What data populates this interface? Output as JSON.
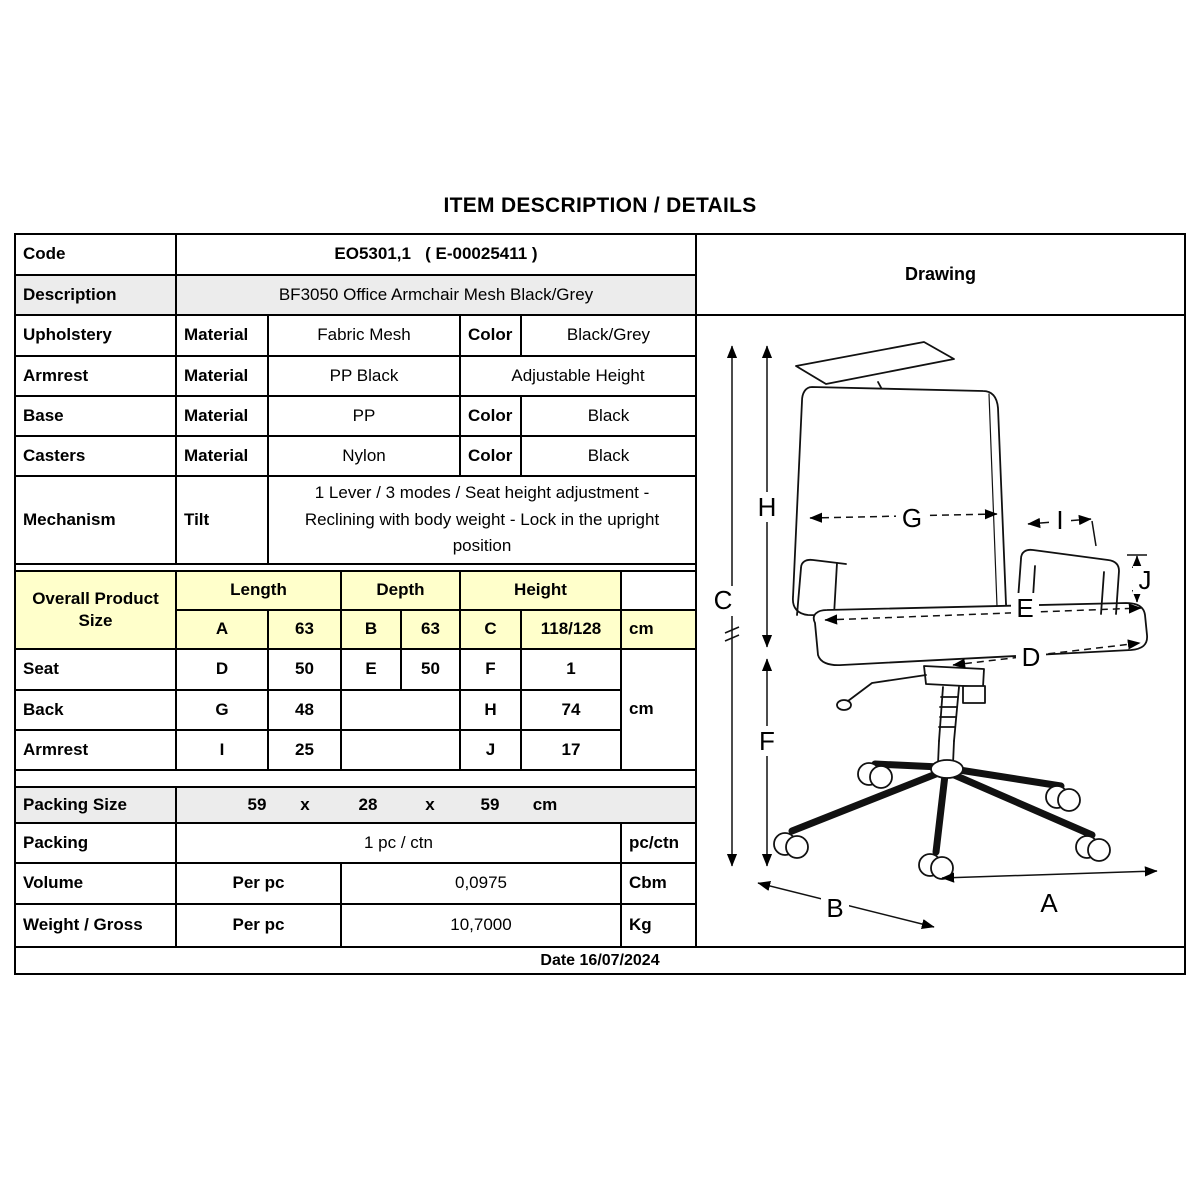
{
  "title": "ITEM DESCRIPTION / DETAILS",
  "drawing": {
    "header": "Drawing",
    "labels": {
      "A": "A",
      "B": "B",
      "C": "C",
      "D": "D",
      "E": "E",
      "F": "F",
      "G": "G",
      "H": "H",
      "I": "I",
      "J": "J"
    }
  },
  "spec": {
    "code": {
      "label": "Code",
      "value": "EO5301,1   ( E-00025411 )"
    },
    "description": {
      "label": "Description",
      "value": "BF3050 Office Armchair Mesh Black/Grey"
    },
    "upholstery": {
      "label": "Upholstery",
      "attr": "Material",
      "attr_value": "Fabric Mesh",
      "color_label": "Color",
      "color_value": "Black/Grey"
    },
    "armrest": {
      "label": "Armrest",
      "attr": "Material",
      "attr_value": "PP Black",
      "note": "Adjustable Height"
    },
    "base": {
      "label": "Base",
      "attr": "Material",
      "attr_value": "PP",
      "color_label": "Color",
      "color_value": "Black"
    },
    "casters": {
      "label": "Casters",
      "attr": "Material",
      "attr_value": "Nylon",
      "color_label": "Color",
      "color_value": "Black"
    },
    "mechanism": {
      "label": "Mechanism",
      "attr": "Tilt",
      "value": "1 Lever / 3 modes / Seat height adjustment - Reclining with body weight - Lock in the upright position"
    }
  },
  "sizes": {
    "header_label": "Overall Product Size",
    "columns": {
      "length": "Length",
      "depth": "Depth",
      "height": "Height"
    },
    "overall": {
      "a_key": "A",
      "a_val": "63",
      "b_key": "B",
      "b_val": "63",
      "c_key": "C",
      "c_val": "118/128",
      "unit": "cm"
    },
    "seat": {
      "label": "Seat",
      "k1": "D",
      "v1": "50",
      "k2": "E",
      "v2": "50",
      "k3": "F",
      "v3": "1"
    },
    "back": {
      "label": "Back",
      "k1": "G",
      "v1": "48",
      "k3": "H",
      "v3": "74"
    },
    "armrest": {
      "label": "Armrest",
      "k1": "I",
      "v1": "25",
      "k3": "J",
      "v3": "17"
    },
    "side_unit": "cm"
  },
  "packing_size": {
    "label": "Packing Size",
    "d1": "59",
    "x1": "x",
    "d2": "28",
    "x2": "x",
    "d3": "59",
    "unit": "cm"
  },
  "packing": {
    "label": "Packing",
    "value": "1 pc / ctn",
    "unit": "pc/ctn"
  },
  "volume": {
    "label": "Volume",
    "per": "Per pc",
    "value": "0,0975",
    "unit": "Cbm"
  },
  "weight": {
    "label": "Weight / Gross",
    "per": "Per pc",
    "value": "10,7000",
    "unit": "Kg"
  },
  "footer": {
    "date": "Date 16/07/2024"
  }
}
